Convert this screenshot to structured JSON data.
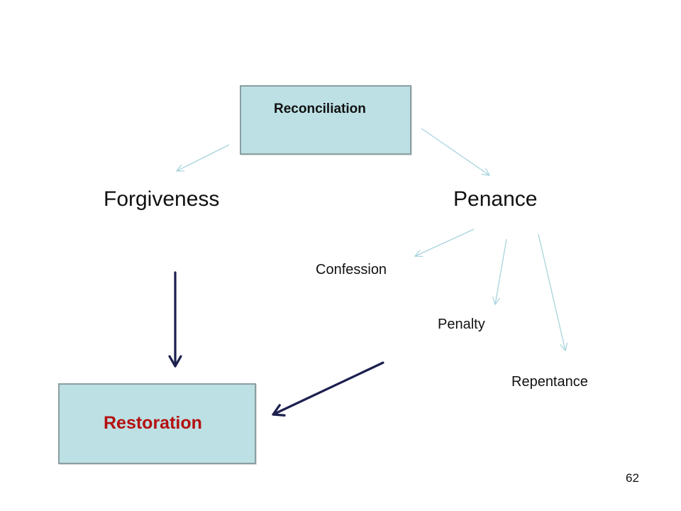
{
  "nodes": {
    "reconciliation": "Reconciliation",
    "forgiveness": "Forgiveness",
    "penance": "Penance",
    "confession": "Confession",
    "penalty": "Penalty",
    "repentance": "Repentance",
    "restoration": "Restoration"
  },
  "page_number": "62",
  "colors": {
    "box_fill": "#bce0e4",
    "box_border": "#8a9ea2",
    "light_arrow": "#a8d4dc",
    "dark_arrow": "#1c1f4e",
    "restoration_text": "#b50f0f",
    "text": "#111111"
  },
  "edges": [
    {
      "from": "reconciliation",
      "to": "forgiveness",
      "style": "light"
    },
    {
      "from": "reconciliation",
      "to": "penance",
      "style": "light"
    },
    {
      "from": "penance",
      "to": "confession",
      "style": "light"
    },
    {
      "from": "penance",
      "to": "penalty",
      "style": "light"
    },
    {
      "from": "penance",
      "to": "repentance",
      "style": "light"
    },
    {
      "from": "forgiveness",
      "to": "restoration",
      "style": "dark"
    },
    {
      "from": "penance",
      "to": "restoration",
      "style": "dark"
    }
  ]
}
